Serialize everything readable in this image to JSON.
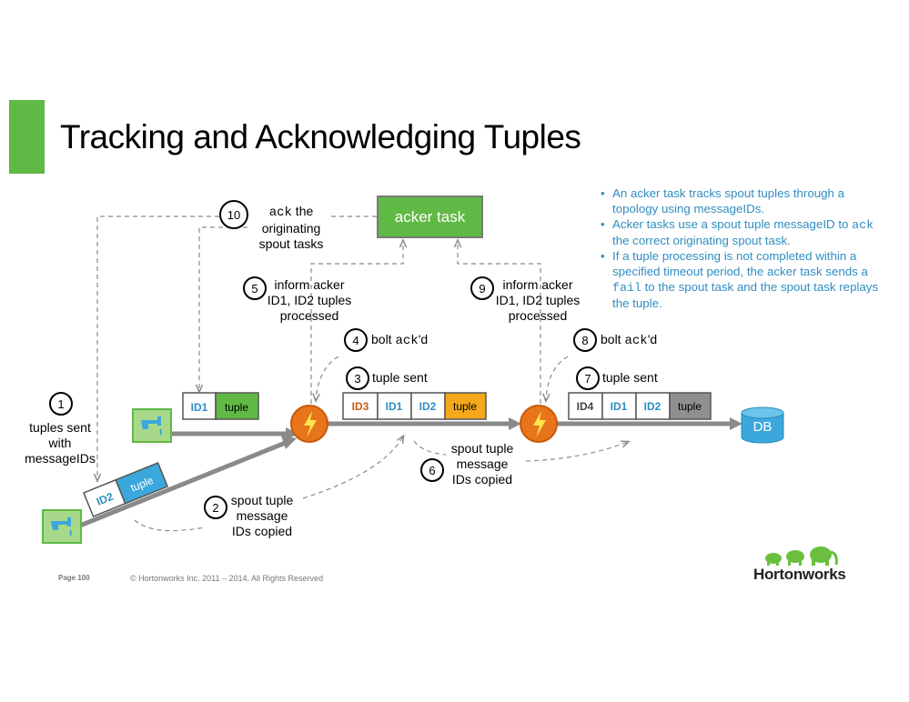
{
  "slide": {
    "title": "Tracking and Acknowledging Tuples",
    "acker_label": "acker task",
    "db_label": "DB",
    "colors": {
      "accent_green": "#5fb944",
      "blue_text": "#2f8ec2",
      "bolt_orange": "#e8741c",
      "db_blue": "#3aa8dc"
    }
  },
  "steps": {
    "s1": {
      "num": "1",
      "text": [
        "tuples sent",
        "with",
        "messageIDs"
      ]
    },
    "s2": {
      "num": "2",
      "text": [
        "spout tuple",
        "message",
        "IDs copied"
      ]
    },
    "s3": {
      "num": "3",
      "text": "tuple sent"
    },
    "s4": {
      "num": "4",
      "pre": "bolt ",
      "code": "ack",
      "post": "'d"
    },
    "s5": {
      "num": "5",
      "text": [
        "inform acker",
        "ID1, ID2 tuples",
        "processed"
      ]
    },
    "s6": {
      "num": "6",
      "text": [
        "spout tuple",
        "message",
        "IDs copied"
      ]
    },
    "s7": {
      "num": "7",
      "text": "tuple sent"
    },
    "s8": {
      "num": "8",
      "pre": "bolt ",
      "code": "ack",
      "post": "'d"
    },
    "s9": {
      "num": "9",
      "text": [
        "inform acker",
        "ID1, ID2 tuples",
        "processed"
      ]
    },
    "s10": {
      "num": "10",
      "code": "ack",
      "post": " the",
      "text2": [
        "originating",
        "spout tasks"
      ]
    }
  },
  "tuples": {
    "t1": [
      "ID1",
      "tuple"
    ],
    "t2": [
      "ID2",
      "tuple"
    ],
    "t3": [
      "ID3",
      "ID1",
      "ID2",
      "tuple"
    ],
    "t4": [
      "ID4",
      "ID1",
      "ID2",
      "tuple"
    ]
  },
  "bullets": {
    "b1": "An acker task tracks spout tuples through a topology using messageIDs.",
    "b2_pre": "Acker tasks use a spout tuple messageID to ",
    "b2_code": "ack",
    "b2_post": " the correct originating spout task.",
    "b3_pre": "If a tuple processing is not completed within a specified timeout period, the acker task sends a ",
    "b3_code": "fail",
    "b3_post": " to the spout task and the spout task replays the tuple."
  },
  "footer": {
    "page": "Page 100",
    "copyright": "© Hortonworks Inc. 2011 – 2014. All Rights Reserved",
    "logo": "Hortonworks"
  }
}
